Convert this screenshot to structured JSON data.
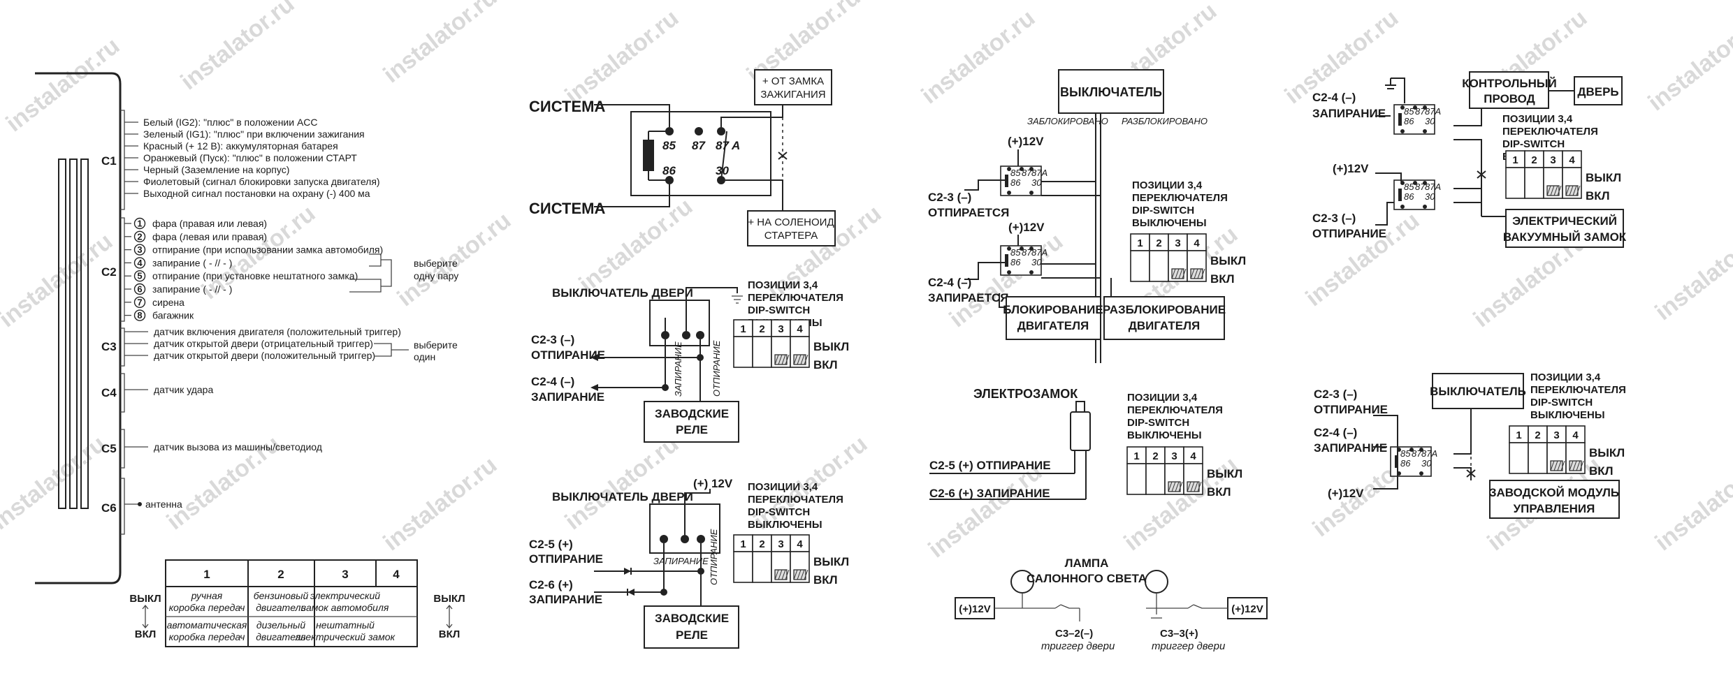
{
  "watermark": "instalator.ru",
  "connectors": {
    "labels": [
      "C1",
      "C2",
      "C3",
      "C4",
      "C5",
      "C6"
    ],
    "c1_lines": [
      "Белый (IG2): \"плюс\" в положении ACC",
      "Зеленый (IG1): \"плюс\" при включении зажигания",
      "Красный (+ 12 В): аккумуляторная батарея",
      "Оранжевый (Пуск): \"плюс\" в положении СТАРТ",
      "Черный (Заземление на корпус)",
      "Фиолетовый (сигнал блокировки запуска двигателя)",
      "Выходной сигнал постановки на охрану (-) 400 ма"
    ],
    "c2_lines": [
      {
        "num": "1",
        "text": "фара (правая или левая)"
      },
      {
        "num": "2",
        "text": "фара (левая или правая)"
      },
      {
        "num": "3",
        "text": "отпирание (при использовании замка автомобиля)"
      },
      {
        "num": "4",
        "text": "запирание (                  - // -                       )"
      },
      {
        "num": "5",
        "text": "отпирание (при установке нештатного замка)"
      },
      {
        "num": "6",
        "text": "запирание (               - // -                     )"
      },
      {
        "num": "7",
        "text": "сирена"
      },
      {
        "num": "8",
        "text": "багажник"
      }
    ],
    "c2_choice": [
      "выберите",
      "одну пару"
    ],
    "c3_lines": [
      "датчик включения двигателя (положительный триггер)",
      "датчик открытой двери (отрицательный триггер)",
      "датчик открытой двери (положительный триггер)"
    ],
    "c3_choice": [
      "выберите",
      "один"
    ],
    "c4_line": "датчик удара",
    "c5_line": "датчик вызова из машины/светодиод",
    "c6_line": "антенна"
  },
  "dip_table": {
    "headers": [
      "1",
      "2",
      "3",
      "4"
    ],
    "off_label": "ВЫКЛ",
    "on_label": "ВКЛ",
    "off_row": [
      "ручная\nкоробка передач",
      "бензиновый\nдвигатель",
      "электрический\nзамок автомобиля"
    ],
    "on_row": [
      "автоматическая\nкоробка передач",
      "дизельный\nдвигатель",
      "нештатный\nэлектрический замок"
    ]
  },
  "common": {
    "dip_caption": [
      "ПОЗИЦИИ 3,4",
      "ПЕРЕКЛЮЧАТЕЛЯ",
      "DIP-SWITCH",
      "ВЫКЛЮЧЕНЫ"
    ],
    "dip_headers": [
      "1",
      "2",
      "3",
      "4"
    ],
    "vykl": "ВЫКЛ",
    "vkl": "ВКЛ"
  },
  "starter": {
    "system": "СИСТЕМА",
    "ignition": [
      "+ ОТ ЗАМКА",
      "ЗАЖИГАНИЯ"
    ],
    "solenoid": [
      "+ НА СОЛЕНОИД",
      "СТАРТЕРА"
    ],
    "pins": [
      "85",
      "87",
      "87 A",
      "86",
      "30"
    ]
  },
  "door1": {
    "switch": "ВЫКЛЮЧАТЕЛЬ ДВЕРИ",
    "c23": [
      "C2-3 (–)",
      "ОТПИРАНИЕ"
    ],
    "c24": [
      "C2-4 (–)",
      "ЗАПИРАНИЕ"
    ],
    "relay": [
      "ЗАВОДСКИЕ",
      "РЕЛЕ"
    ],
    "lock": "ЗАПИРАНИЕ",
    "unlock": "ОТПИРАНИЕ"
  },
  "door2": {
    "switch": "ВЫКЛЮЧАТЕЛЬ ДВЕРИ",
    "plus12": "(+) 12V",
    "c25": [
      "C2-5 (+)",
      "ОТПИРАНИЕ"
    ],
    "c26": [
      "C2-6 (+)",
      "ЗАПИРАНИЕ"
    ],
    "relay": [
      "ЗАВОДСКИЕ",
      "РЕЛЕ"
    ],
    "lock": "ЗАПИРАНИЕ",
    "unlock": "ОТПИРАНИЕ"
  },
  "switch3": {
    "title": "ВЫКЛЮЧАТЕЛЬ",
    "blocked": "ЗАБЛОКИРОВАНО",
    "unblocked": "РАЗБЛОКИРОВАНО",
    "plus12a": "(+)12V",
    "plus12b": "(+)12V",
    "c23": [
      "C2-3 (–)",
      "ОТПИРАЕТСЯ"
    ],
    "c24": [
      "C2-4 (–)",
      "ЗАПИРАЕТСЯ"
    ],
    "block": [
      "БЛОКИРОВАНИЕ",
      "ДВИГАТЕЛЯ"
    ],
    "unblock": [
      "РАЗБЛОКИРОВАНИЕ",
      "ДВИГАТЕЛЯ"
    ],
    "pins": [
      "85",
      "86",
      "87",
      "87A",
      "30"
    ]
  },
  "elock": {
    "title": "ЭЛЕКТРОЗАМОК",
    "c25": "C2-5 (+) ОТПИРАНИЕ",
    "c26": "C2-6 (+) ЗАПИРАНИЕ"
  },
  "lamp": {
    "title": [
      "ЛАМПА",
      "САЛОННОГО СВЕТА"
    ],
    "left_v": "(+)12V",
    "right_v": "(+)12V",
    "c32": [
      "C3–2(–)",
      "триггер двери"
    ],
    "c33": [
      "C3–3(+)",
      "триггер двери"
    ]
  },
  "vacuum": {
    "control": [
      "КОНТРОЛЬНЫЙ",
      "ПРОВОД"
    ],
    "door": "ДВЕРЬ",
    "c24": [
      "C2-4 (–)",
      "ЗАПИРАНИЕ"
    ],
    "plus12": "(+)12V",
    "c23": [
      "C2-3 (–)",
      "ОТПИРАНИЕ"
    ],
    "vlock": [
      "ЭЛЕКТРИЧЕСКИЙ",
      "ВАКУУМНЫЙ ЗАМОК"
    ]
  },
  "factory": {
    "c23": [
      "C2-3 (–)",
      "ОТПИРАНИЕ"
    ],
    "c24": [
      "C2-4 (–)",
      "ЗАПИРАНИЕ"
    ],
    "plus12": "(+)12V",
    "switch": "ВЫКЛЮЧАТЕЛЬ",
    "module": [
      "ЗАВОДСКОЙ МОДУЛЬ",
      "УПРАВЛЕНИЯ"
    ]
  }
}
